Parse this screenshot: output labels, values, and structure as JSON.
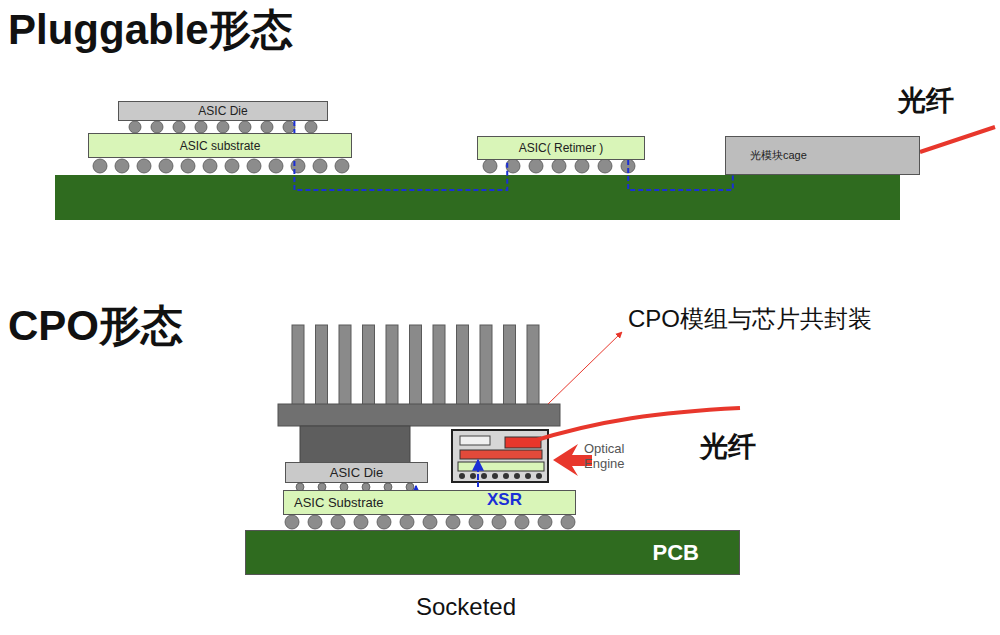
{
  "diagram": {
    "title": "Pluggable形态",
    "nodes": [
      {
        "text": [
          "ASIC Die"
        ]
      },
      {
        "text": [
          "ASIC substrate"
        ]
      },
      {
        "text": [
          "ASIC( Retimer )"
        ]
      },
      {
        "text": [
          "光模块cage"
        ]
      },
      {
        "text": [
          "ASIC Die"
        ]
      },
      {
        "text": [
          "ASIC Substrate"
        ]
      },
      {
        "text": [
          "PCB"
        ]
      }
    ],
    "edges": [
      {
        "from": 0,
        "to": 2,
        "arrow": "none"
      },
      {
        "from": 2,
        "to": 3,
        "arrow": "none"
      }
    ],
    "labels": [
      "CPO形态",
      "光纤",
      "光纤",
      "CPO模组与芯片共封装",
      "Optical Engine",
      "XSR",
      "Socketed"
    ]
  }
}
